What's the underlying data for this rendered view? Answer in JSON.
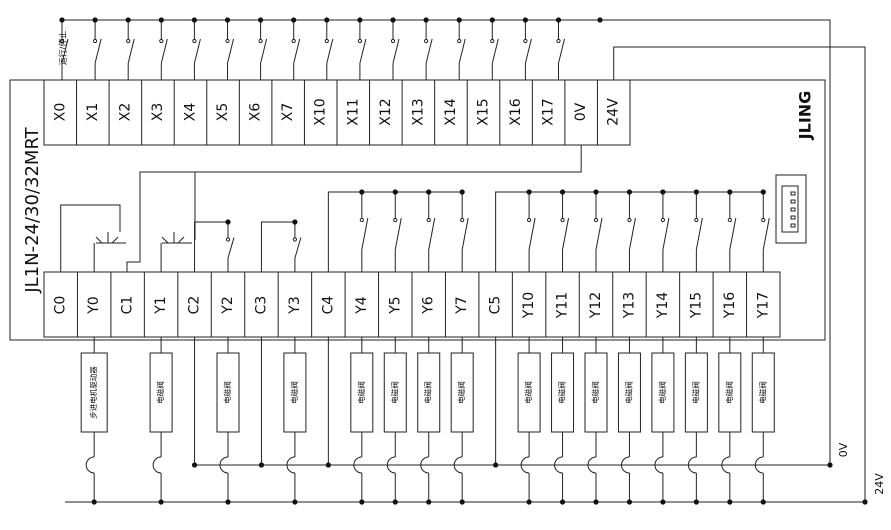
{
  "diagram": {
    "model": "JL1N-24/30/32MRT",
    "brand": "JLING",
    "run_stop_label": "运行/停止",
    "rail_0v_label": "0V",
    "rail_24v_label": "24V",
    "inputs": [
      "X0",
      "X1",
      "X2",
      "X3",
      "X4",
      "X5",
      "X6",
      "X7",
      "X10",
      "X11",
      "X12",
      "X13",
      "X14",
      "X15",
      "X16",
      "X17",
      "0V",
      "24V"
    ],
    "outputs": [
      "C0",
      "Y0",
      "C1",
      "Y1",
      "C2",
      "Y2",
      "C3",
      "Y3",
      "C4",
      "Y4",
      "Y5",
      "Y6",
      "Y7",
      "C5",
      "Y10",
      "Y11",
      "Y12",
      "Y13",
      "Y14",
      "Y15",
      "Y16",
      "Y17"
    ],
    "load_driver_label": "步进电机驱动器",
    "load_valve_label": "电磁阀",
    "loads": [
      {
        "terminal": "Y0",
        "label": "步进电机驱动器"
      },
      {
        "terminal": "Y1",
        "label": "电磁阀"
      },
      {
        "terminal": "Y2",
        "label": "电磁阀"
      },
      {
        "terminal": "Y3",
        "label": "电磁阀"
      },
      {
        "terminal": "Y4",
        "label": "电磁阀"
      },
      {
        "terminal": "Y5",
        "label": "电磁阀"
      },
      {
        "terminal": "Y6",
        "label": "电磁阀"
      },
      {
        "terminal": "Y7",
        "label": "电磁阀"
      },
      {
        "terminal": "Y10",
        "label": "电磁阀"
      },
      {
        "terminal": "Y11",
        "label": "电磁阀"
      },
      {
        "terminal": "Y12",
        "label": "电磁阀"
      },
      {
        "terminal": "Y13",
        "label": "电磁阀"
      },
      {
        "terminal": "Y14",
        "label": "电磁阀"
      },
      {
        "terminal": "Y15",
        "label": "电磁阀"
      },
      {
        "terminal": "Y16",
        "label": "电磁阀"
      },
      {
        "terminal": "Y17",
        "label": "电磁阀"
      }
    ]
  }
}
